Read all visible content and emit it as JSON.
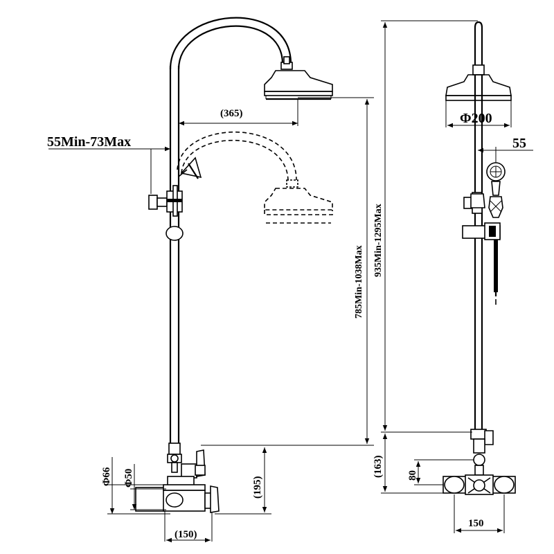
{
  "dimensions": {
    "head_reach": "(365)",
    "arm_adjust": "55Min-73Max",
    "head_height": "785Min-1038Max",
    "total_height": "935Min-1295Max",
    "head_diameter": "Φ200",
    "handset_offset": "55",
    "valve_height": "(195)",
    "outer_diameter": "Φ66",
    "inner_diameter": "Φ50",
    "centres_side": "(150)",
    "valve_base": "(163)",
    "bracket_height": "80",
    "centres_front": "150"
  }
}
